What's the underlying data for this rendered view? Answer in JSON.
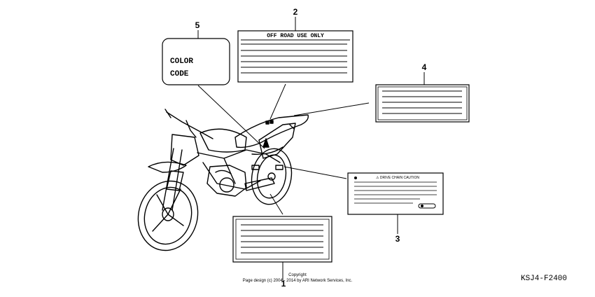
{
  "callouts": {
    "c1": "1",
    "c2": "2",
    "c3": "3",
    "c4": "4",
    "c5": "5"
  },
  "labels": {
    "color_code_line1": "COLOR",
    "color_code_line2": "CODE",
    "offroad_title": "OFF ROAD  USE ONLY",
    "chain_caution_title": "⚠ DRIVE CHAIN CAUTION"
  },
  "footer": {
    "copyright_line1": "Copyright",
    "copyright_line2": "Page design (c) 2004 - 2014 by ARI Network Services, Inc.",
    "diagram_code": "KSJ4-F2400"
  }
}
